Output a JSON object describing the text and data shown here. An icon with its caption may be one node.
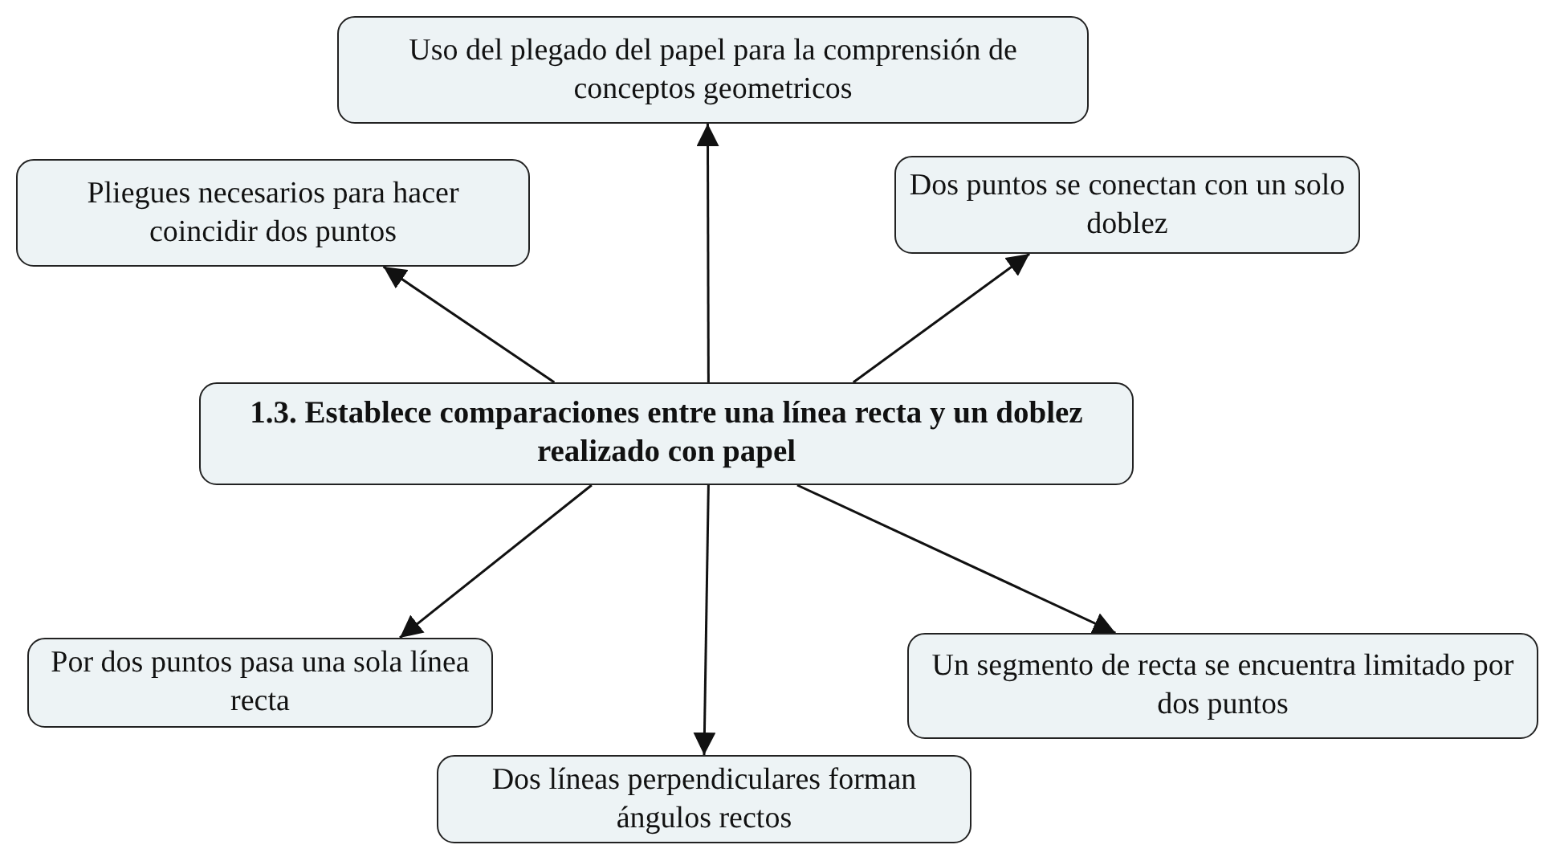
{
  "diagram": {
    "nodes": [
      {
        "text": [
          "Uso del plegado del papel para la comprensión de conceptos geometricos"
        ]
      },
      {
        "text": [
          "Pliegues necesarios para hacer coincidir dos puntos"
        ]
      },
      {
        "text": [
          "Dos puntos se conectan con un solo doblez"
        ]
      },
      {
        "text": [
          "1.3. Establece comparaciones entre una línea recta y un doblez realizado con papel"
        ]
      },
      {
        "text": [
          "Por dos puntos pasa una sola línea recta"
        ]
      },
      {
        "text": [
          "Un segmento de recta se encuentra limitado por dos puntos"
        ]
      },
      {
        "text": [
          "Dos líneas perpendiculares forman ángulos rectos"
        ]
      }
    ],
    "edges": [
      {
        "from": 3,
        "to": 0,
        "arrow": "to"
      },
      {
        "from": 3,
        "to": 1,
        "arrow": "to"
      },
      {
        "from": 3,
        "to": 2,
        "arrow": "to"
      },
      {
        "from": 3,
        "to": 4,
        "arrow": "to"
      },
      {
        "from": 3,
        "to": 5,
        "arrow": "to"
      },
      {
        "from": 3,
        "to": 6,
        "arrow": "to"
      }
    ]
  }
}
